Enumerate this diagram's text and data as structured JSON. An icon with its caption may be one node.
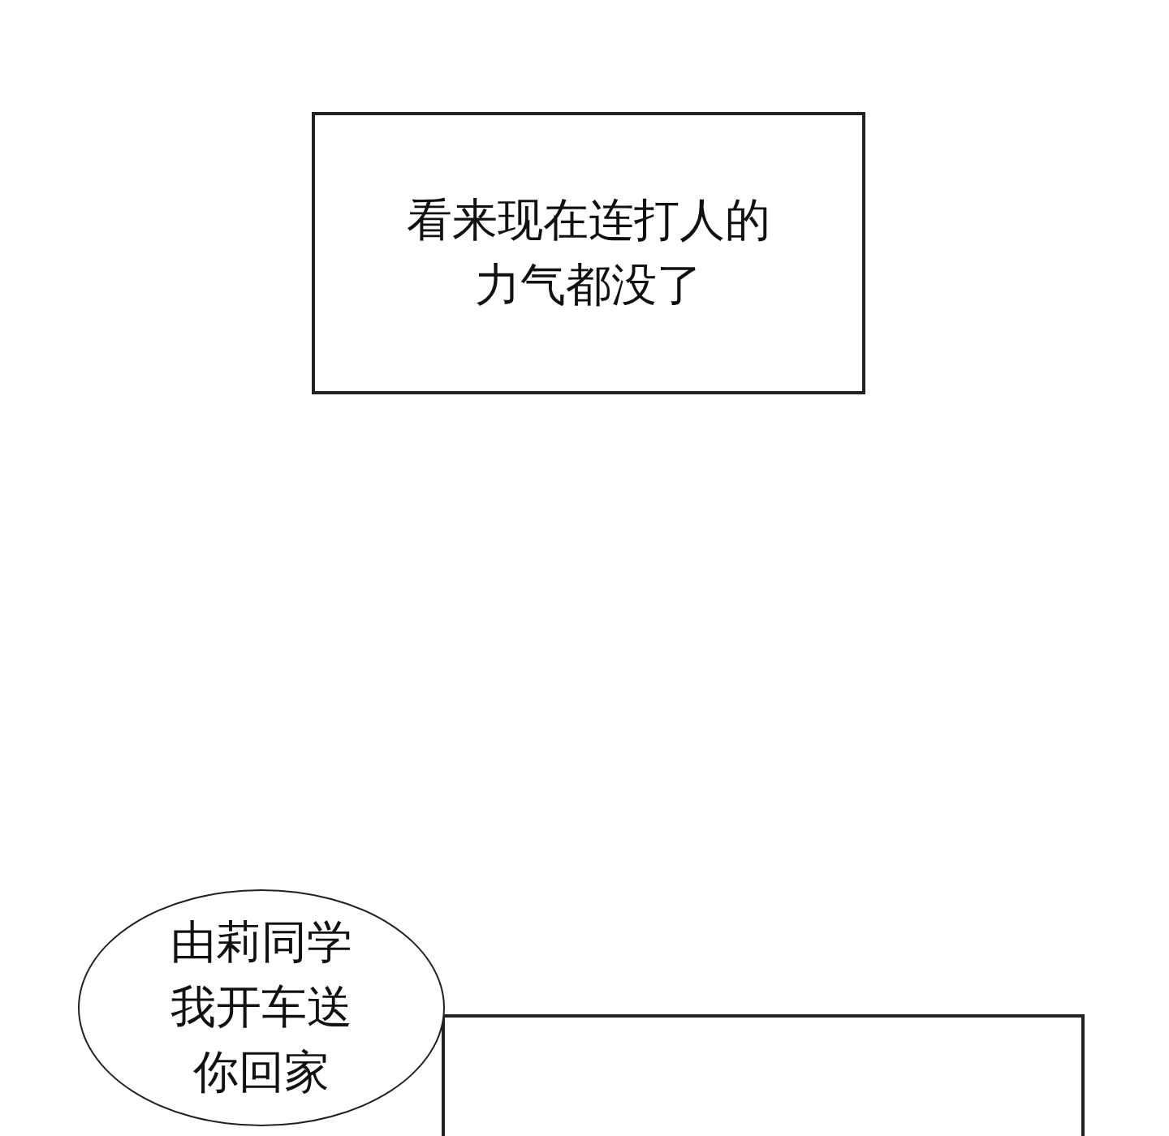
{
  "diagram": {
    "nodes": [
      {
        "text": [
          "看来现在连打人的力气都没了"
        ]
      },
      {
        "text": [
          "由莉同学我开车送你回家"
        ]
      },
      {
        "text": [],
        "shape": "box"
      }
    ]
  }
}
